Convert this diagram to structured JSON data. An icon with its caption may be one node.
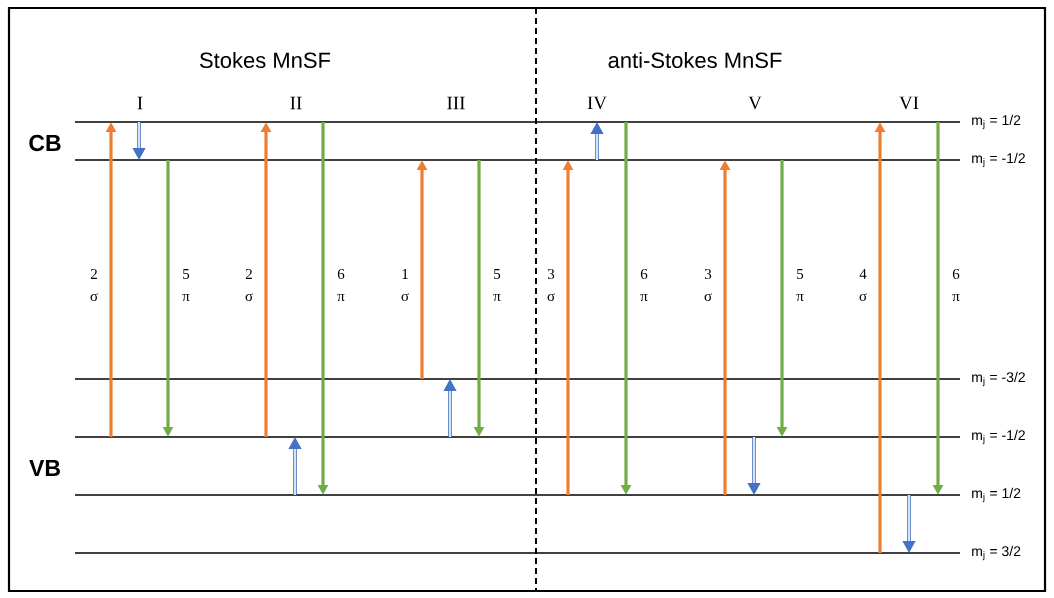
{
  "diagram": {
    "nodes": [
      {
        "text": [],
        "shape": "bar",
        "beside": [
          "m$_{j}$ = 1/2"
        ]
      },
      {
        "text": [],
        "shape": "bar",
        "beside": [
          "m$_{j}$ = -1/2"
        ]
      },
      {
        "text": [],
        "shape": "bar",
        "beside": [
          "m$_{j}$ = -3/2"
        ]
      },
      {
        "text": [],
        "shape": "bar",
        "beside": [
          "m$_{j}$ = -1/2"
        ]
      },
      {
        "text": [],
        "shape": "bar",
        "beside": [
          "m$_{j}$ = 1/2"
        ]
      },
      {
        "text": [],
        "shape": "bar",
        "beside": [
          "m$_{j}$ = 3/2"
        ]
      }
    ],
    "edges": [
      {
        "from": 3,
        "to": 0,
        "arrow": "to",
        "label": "2 σ",
        "color": "#ed7d31"
      },
      {
        "from": 0,
        "to": 1,
        "arrow": "to",
        "color": "#4472c4"
      },
      {
        "from": 1,
        "to": 3,
        "arrow": "to",
        "label": "5 π",
        "color": "#70ad47"
      },
      {
        "from": 3,
        "to": 0,
        "arrow": "to",
        "label": "2 σ",
        "color": "#ed7d31"
      },
      {
        "from": 4,
        "to": 3,
        "arrow": "to",
        "color": "#4472c4"
      },
      {
        "from": 0,
        "to": 4,
        "arrow": "to",
        "label": "6 π",
        "color": "#70ad47"
      },
      {
        "from": 2,
        "to": 1,
        "arrow": "to",
        "label": "1 σ",
        "color": "#ed7d31"
      },
      {
        "from": 3,
        "to": 2,
        "arrow": "to",
        "color": "#4472c4"
      },
      {
        "from": 1,
        "to": 3,
        "arrow": "to",
        "label": "5 π",
        "color": "#70ad47"
      },
      {
        "from": 4,
        "to": 1,
        "arrow": "to",
        "label": "3 σ",
        "color": "#ed7d31"
      },
      {
        "from": 1,
        "to": 0,
        "arrow": "to",
        "color": "#4472c4"
      },
      {
        "from": 0,
        "to": 4,
        "arrow": "to",
        "label": "6 π",
        "color": "#70ad47"
      },
      {
        "from": 4,
        "to": 1,
        "arrow": "to",
        "label": "3 σ",
        "color": "#ed7d31"
      },
      {
        "from": 3,
        "to": 4,
        "arrow": "to",
        "color": "#4472c4"
      },
      {
        "from": 1,
        "to": 3,
        "arrow": "to",
        "label": "5 π",
        "color": "#70ad47"
      },
      {
        "from": 5,
        "to": 0,
        "arrow": "to",
        "label": "4 σ",
        "color": "#ed7d31"
      },
      {
        "from": 4,
        "to": 5,
        "arrow": "to",
        "color": "#4472c4"
      },
      {
        "from": 0,
        "to": 4,
        "arrow": "to",
        "label": "6 π",
        "color": "#70ad47"
      }
    ],
    "labels": [
      "Stokes MnSF",
      "anti-Stokes MnSF",
      "I",
      "II",
      "III",
      "IV",
      "V",
      "VI",
      "CB",
      "VB"
    ]
  }
}
